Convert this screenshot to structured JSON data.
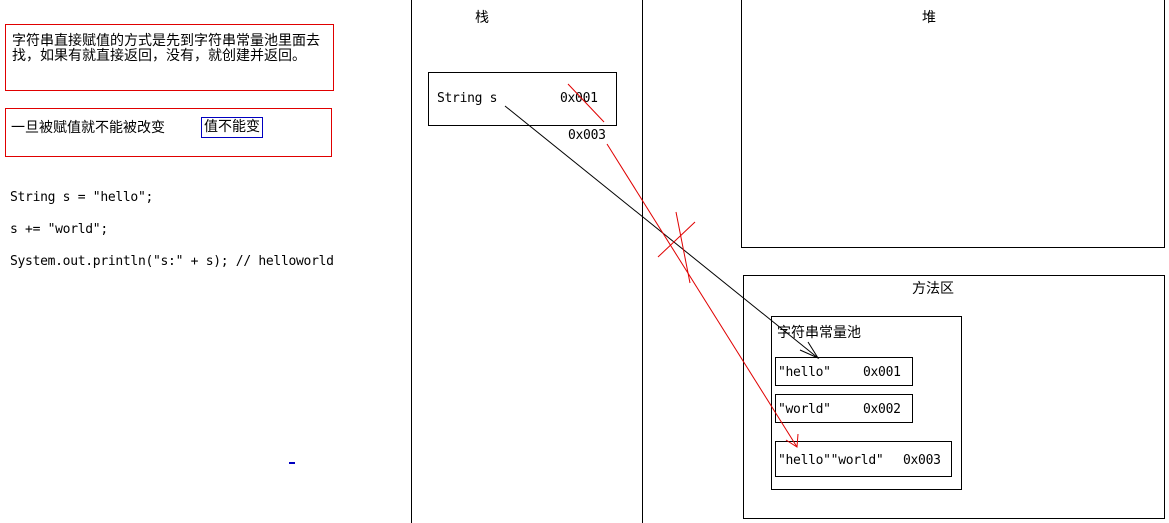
{
  "notes": {
    "pool_lookup": "字符串直接赋值的方式是先到字符串常量池里面去找，如果有就直接返回，没有，就创建并返回。",
    "immutable": "一旦被赋值就不能被改变",
    "immutable_tag": "值不能变"
  },
  "code": {
    "line1": "String s = \"hello\";",
    "line2": "s += \"world\";",
    "line3": "System.out.println(\"s:\" + s); // helloworld"
  },
  "stack": {
    "title": "栈",
    "var_label": "String s",
    "old_addr": "0x001",
    "new_addr": "0x003"
  },
  "heap": {
    "title": "堆"
  },
  "method_area": {
    "title": "方法区",
    "pool_title": "字符串常量池",
    "entries": [
      {
        "value": "\"hello\"",
        "addr": "0x001"
      },
      {
        "value": "\"world\"",
        "addr": "0x002"
      },
      {
        "value": "\"hello\"\"world\"",
        "addr": "0x003"
      }
    ]
  },
  "colors": {
    "note_border": "#e00000",
    "tag_border": "#0000c0",
    "arrow_new": "#e00000",
    "arrow_old": "#000000"
  }
}
